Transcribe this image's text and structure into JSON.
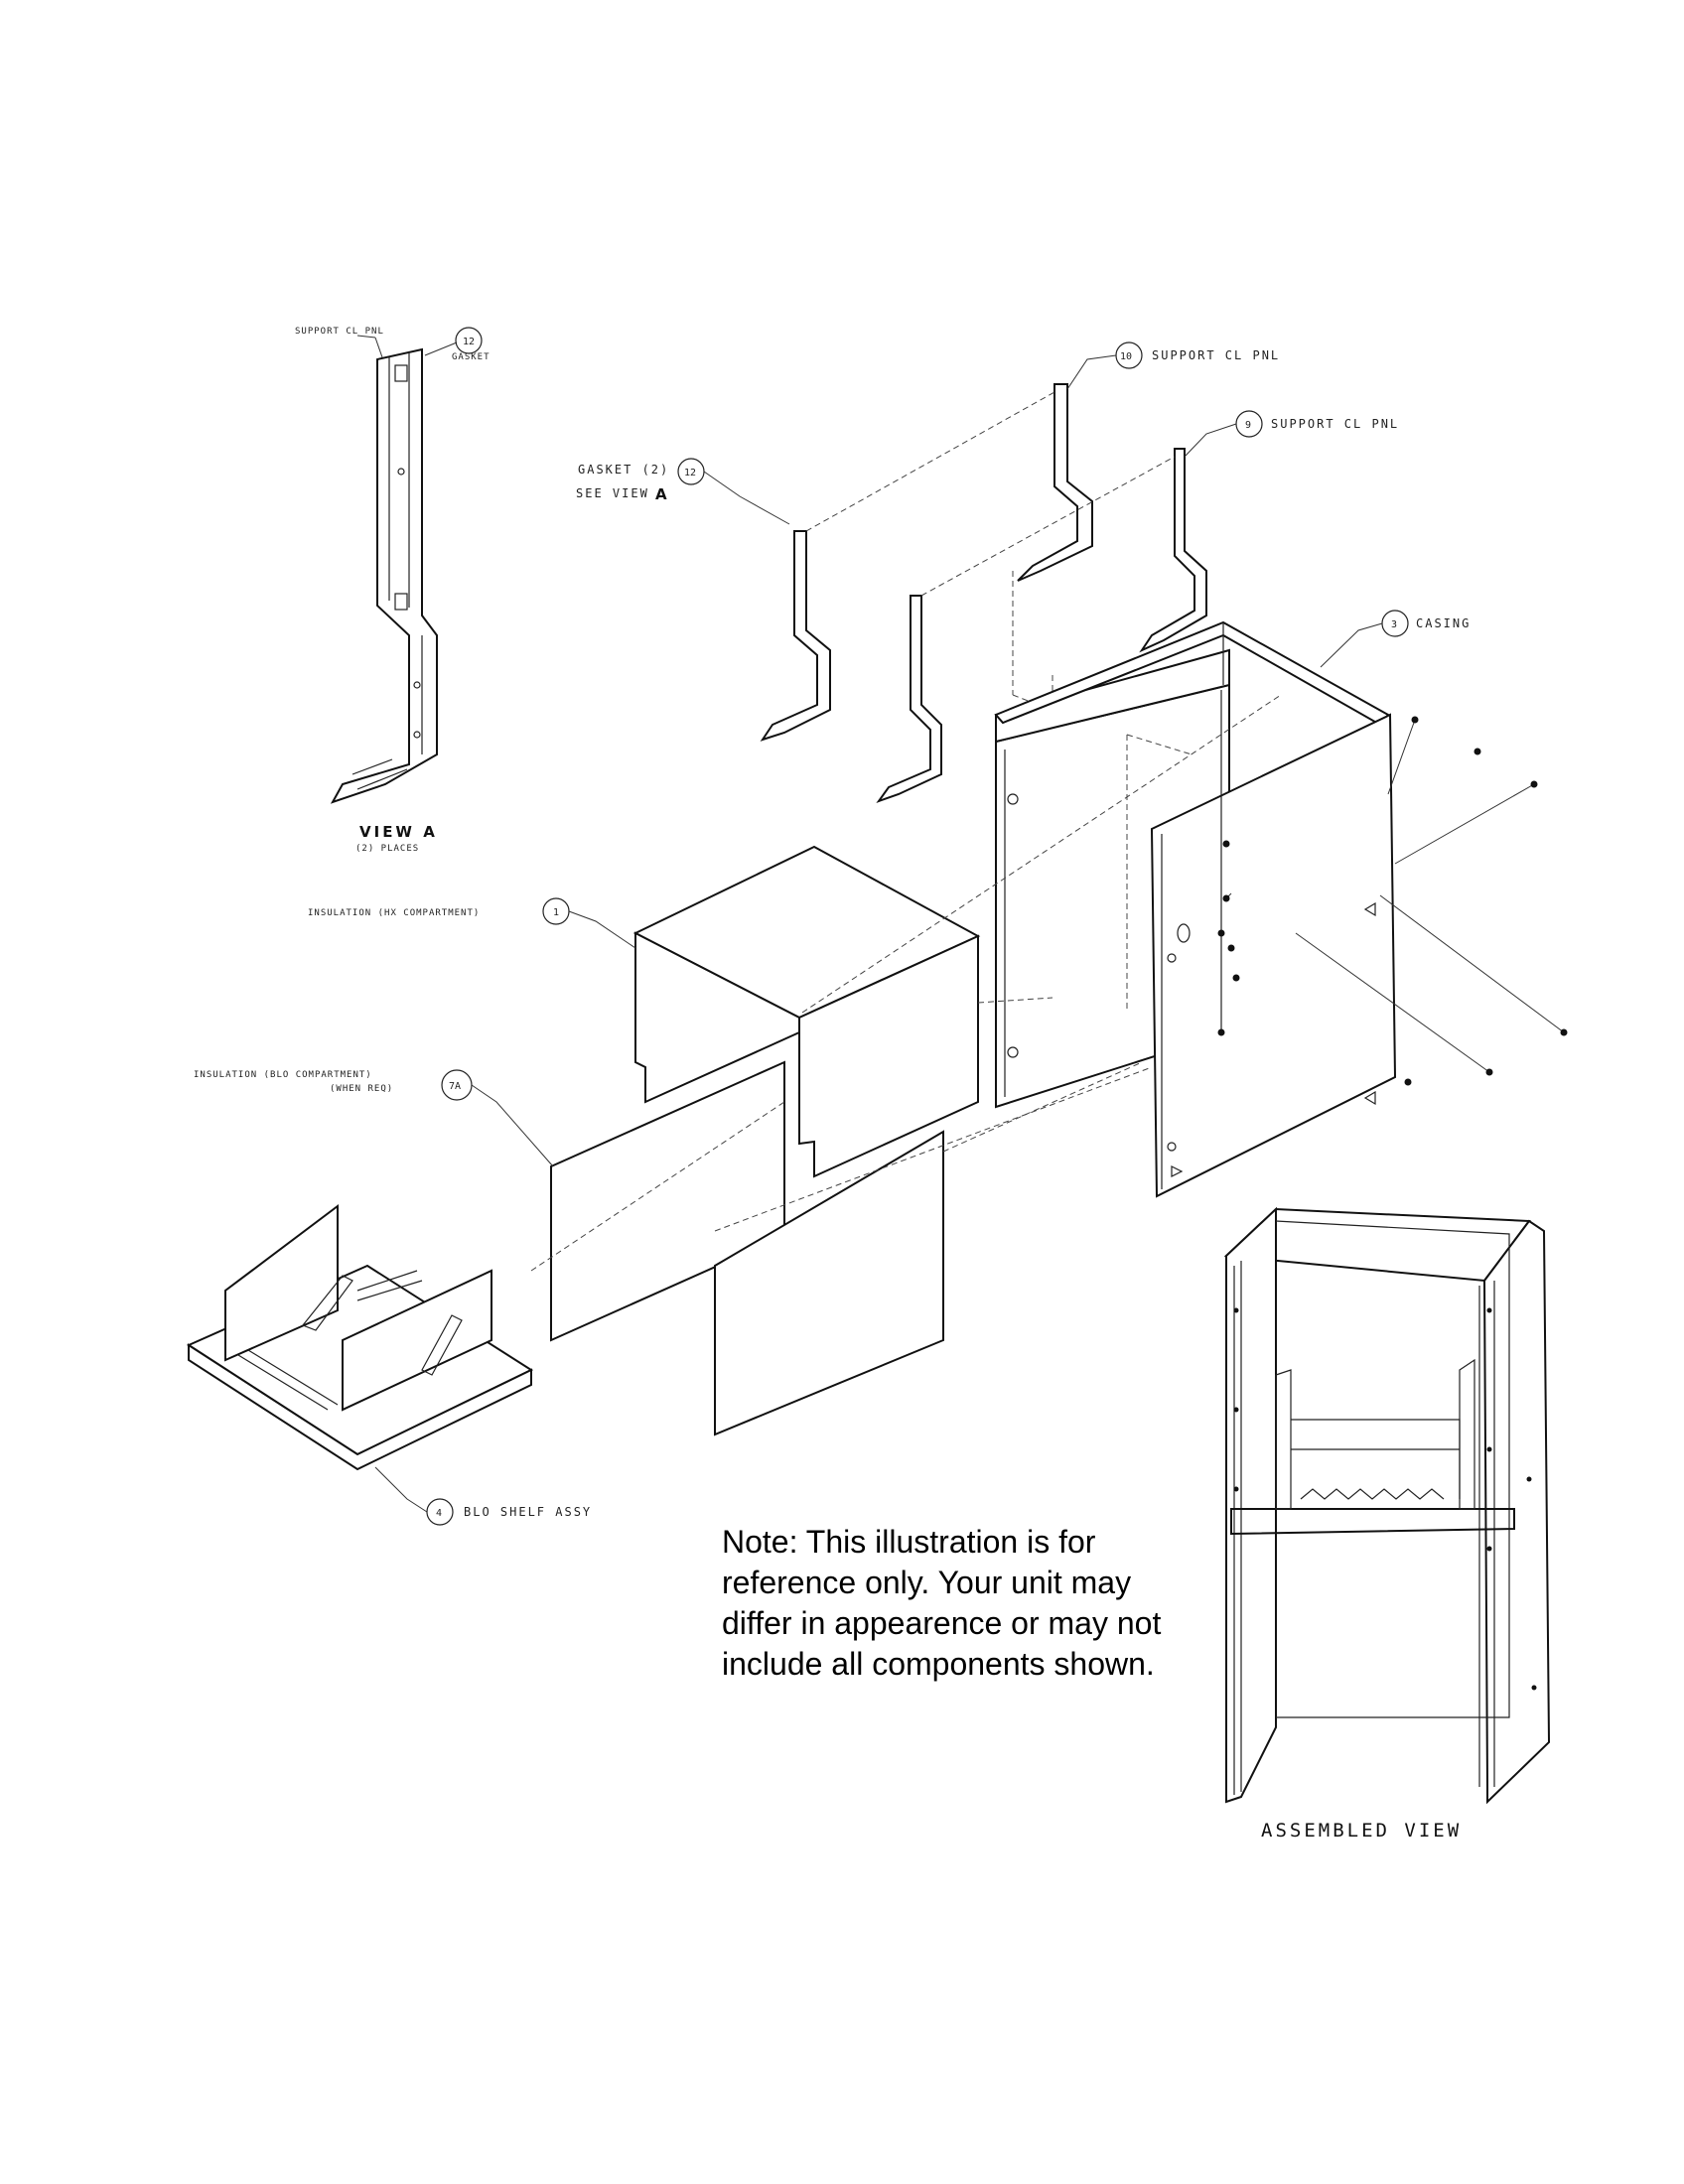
{
  "callouts": {
    "c1": {
      "num": "12",
      "text": "SUPPORT CL PNL",
      "text2": "GASKET"
    },
    "c2": {
      "num": "10",
      "text": "SUPPORT CL PNL"
    },
    "c3": {
      "num": "9",
      "text": "SUPPORT CL PNL"
    },
    "c4": {
      "num": "12",
      "text": "GASKET (2)",
      "text2": "SEE VIEW",
      "letter": "A"
    },
    "c5": {
      "num": "3",
      "text": "CASING"
    },
    "c6": {
      "num": "1",
      "text": "INSULATION (HX COMPARTMENT)"
    },
    "c7": {
      "num": "7A",
      "text": "INSULATION (BLO COMPARTMENT)",
      "text2": "(WHEN REQ)"
    },
    "c8": {
      "num": "4",
      "text": "BLO SHELF ASSY"
    }
  },
  "view_a": {
    "title": "VIEW A",
    "subtitle": "(2) PLACES"
  },
  "note": {
    "line1": "Note: This illustration is for",
    "line2": "reference only. Your unit may",
    "line3": "differ in appearence or may not",
    "line4": "include all components shown."
  },
  "assembled_label": "ASSEMBLED VIEW"
}
